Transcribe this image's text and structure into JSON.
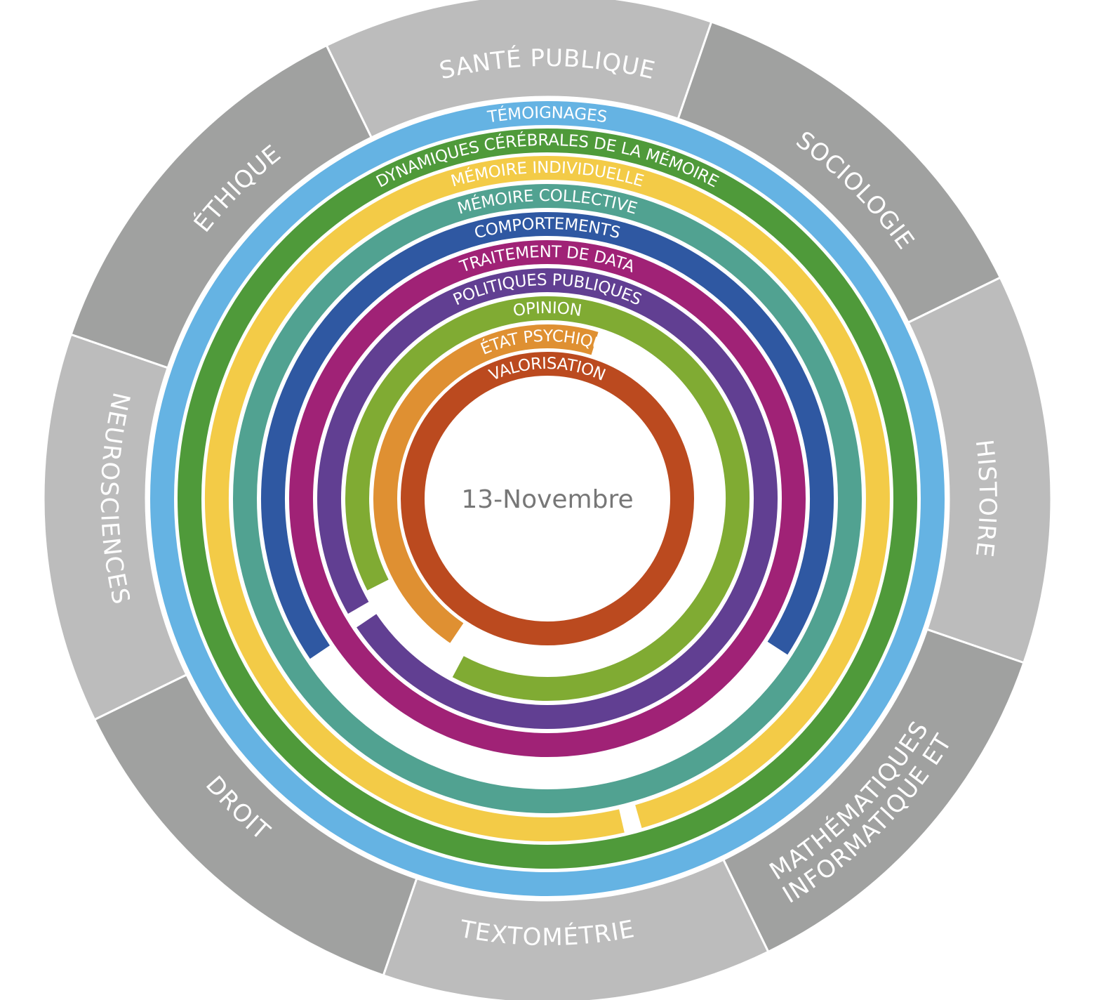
{
  "center": {
    "label": "13-Novembre"
  },
  "disciplines": [
    {
      "label": "SANTÉ PUBLIQUE",
      "color": "#bcbcbc",
      "icon": "none"
    },
    {
      "label": "SOCIOLOGIE",
      "color": "#a0a1a0",
      "icon": "none"
    },
    {
      "label": "HISTOIRE",
      "color": "#bcbcbc",
      "icon": "none"
    },
    {
      "label": "INFORMATIQUE ET MATHÉMATIQUES",
      "color": "#a0a1a0",
      "icon": "none"
    },
    {
      "label": "TEXTOMÉTRIE",
      "color": "#bcbcbc",
      "icon": "none"
    },
    {
      "label": "DROIT",
      "color": "#a0a1a0",
      "icon": "none"
    },
    {
      "label": "NEUROSCIENCES",
      "color": "#bcbcbc",
      "icon": "none"
    },
    {
      "label": "ÉTHIQUE",
      "color": "#a0a1a0",
      "icon": "none"
    }
  ],
  "themes": [
    {
      "label": "TÉMOIGNAGES",
      "color": "#65b3e3"
    },
    {
      "label": "DYNAMIQUES CÉRÉBRALES DE LA MÉMOIRE",
      "color": "#4f9a3a"
    },
    {
      "label": "MÉMOIRE INDIVIDUELLE",
      "color": "#f3cb47"
    },
    {
      "label": "MÉMOIRE COLLECTIVE",
      "color": "#51a291"
    },
    {
      "label": "COMPORTEMENTS",
      "color": "#2f58a2"
    },
    {
      "label": "TRAITEMENT DE DATA",
      "color": "#a02276"
    },
    {
      "label": "POLITIQUES PUBLIQUES",
      "color": "#613f92"
    },
    {
      "label": "OPINION",
      "color": "#80ab33"
    },
    {
      "label": "ÉTAT PSYCHIQUE",
      "color": "#df9032"
    },
    {
      "label": "VALORISATION",
      "color": "#bb4a1f"
    }
  ]
}
